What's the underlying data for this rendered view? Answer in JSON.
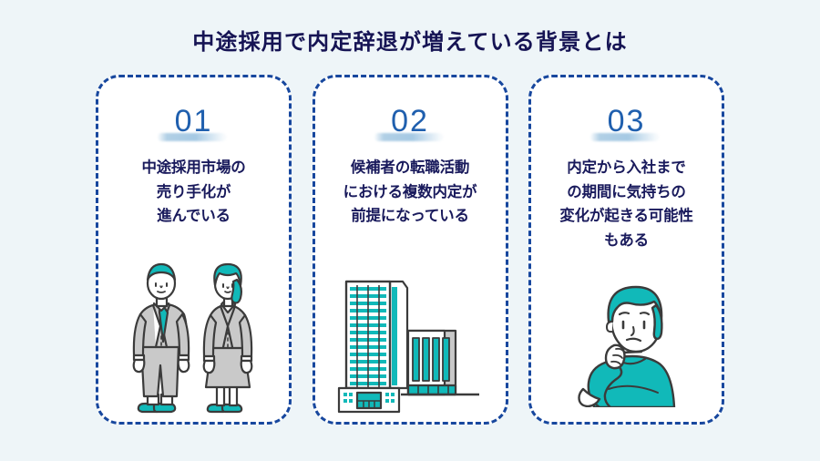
{
  "slide": {
    "background_color": "#eef5f8",
    "title": "中途採用で内定辞退が増えている背景とは",
    "title_color": "#161454",
    "accent_colors": {
      "border_dashed": "#17479e",
      "number_blue": "#1f5fae",
      "brush_highlight": "#adcde4",
      "body_navy": "#191a5c",
      "illustration_teal": "#11b9b9",
      "illustration_gray": "#c9c9c9",
      "illustration_outline": "#3b3b3b"
    }
  },
  "cards": [
    {
      "number": "01",
      "lines": [
        "中途採用市場の",
        "売り手化が",
        "進んでいる"
      ],
      "illustration": "two-businesspeople-illustration"
    },
    {
      "number": "02",
      "lines": [
        "候補者の転職活動",
        "における複数内定が",
        "前提になっている"
      ],
      "illustration": "office-buildings-illustration"
    },
    {
      "number": "03",
      "lines": [
        "内定から入社まで",
        "の期間に気持ちの",
        "変化が起きる可能性",
        "もある"
      ],
      "illustration": "thinking-person-illustration"
    }
  ]
}
